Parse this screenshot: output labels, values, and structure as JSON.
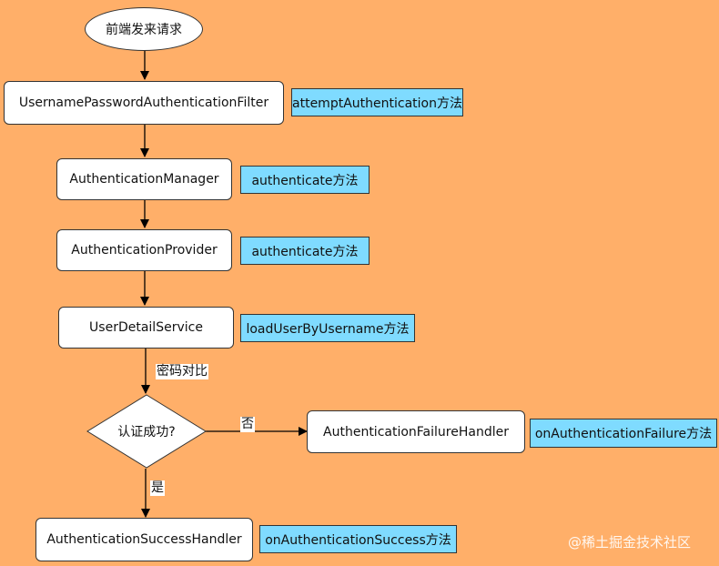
{
  "nodes": {
    "start": "前端发来请求",
    "filter": "UsernamePasswordAuthenticationFilter",
    "manager": "AuthenticationManager",
    "provider": "AuthenticationProvider",
    "user_detail_service": "UserDetailService",
    "decision": "认证成功?",
    "failure_handler": "AuthenticationFailureHandler",
    "success_handler": "AuthenticationSuccessHandler"
  },
  "notes": {
    "filter": "attemptAuthentication方法",
    "manager": "authenticate方法",
    "provider": "authenticate方法",
    "user_detail_service": "loadUserByUsername方法",
    "failure_handler": "onAuthenticationFailure方法",
    "success_handler": "onAuthenticationSuccess方法"
  },
  "edge_labels": {
    "password_compare": "密码对比",
    "no": "否",
    "yes": "是"
  },
  "watermark": "@稀土掘金技术社区",
  "colors": {
    "background": "#FFAF69",
    "node_fill": "#FFFFFF",
    "note_fill": "#7FDBFF",
    "stroke": "#333333"
  }
}
